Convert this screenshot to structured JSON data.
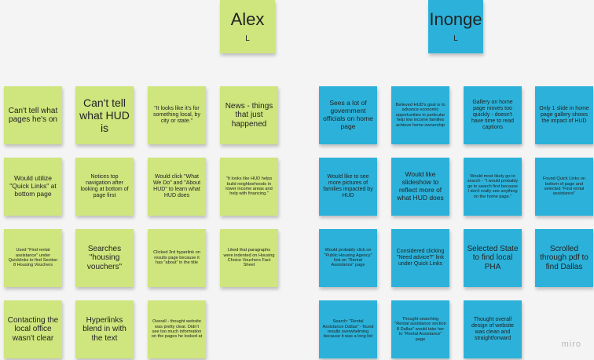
{
  "board": {
    "watermark": "miro",
    "colors": {
      "green": "#cfe57d",
      "blue": "#2cb2da",
      "background": "#f4f4f4"
    }
  },
  "headers": [
    {
      "name": "Alex",
      "sub": "L",
      "color": "green"
    },
    {
      "name": "Inonge",
      "sub": "L",
      "color": "blue"
    }
  ],
  "alex_notes": [
    "Can't tell what pages he's on",
    "Can't tell what HUD is",
    "\"It looks like it's for something local, by city or state.\"",
    "News - things that just happened",
    "Would utilize \"Quick Links\" at bottom page",
    "Notices top navigation after looking at bottom of page first",
    "Would click \"What We Do\" and \"About HUD\" to learn what HUD does",
    "\"It looks like HUD helps build neighborhoods in lower income areas and help with financing.\"",
    "Used \"Find rental assistance\" under Quicklinks to find Section 8 Housing Vouchers",
    "Searches \"housing vouchers\"",
    "Clicked 3rd hyperlink on results page because it has \"about\" in the title",
    "Liked that paragraphs were indented on Housing Choice Vouchers Fact Sheet",
    "Contacting the local office wasn't clear",
    "Hyperlinks blend in with the text",
    "Overall - thought website was pretty clear. Didn't see too much information on the pages he looked at"
  ],
  "inonge_notes": [
    "Sees a lot of government officials on home page",
    "Believed HUD's goal is to advance economic opportunities in particular help low income families achieve home ownership",
    "Gallery on home page moves too quickly - doesn't have time to read captions",
    "Only 1 slide in home page gallery shows the impact of HUD",
    "Would like to see more pictures of families impacted by HUD",
    "Would like slideshow to reflect more of what HUD does",
    "Would most likely go to search - \"I would probably go to search first because I don't really see anything on the home page.\"",
    "Found Quick Links on bottom of page and selected \"Find rental assistance\"",
    "Would probably click on \"Public Housing Agency\" link on \"Rental Assistance\" page",
    "Considered clicking \"Need advice?\" link under Quick Links",
    "Selected State to find local PHA",
    "Scrolled through pdf to find Dallas",
    "Search: \"Rental Assistance Dallas\" - found results overwhelming because it was a long list",
    "Thought searching \"Rental assistance section 8 Dallas\" would take her to \"Rental Assistance\" page",
    "Thought overall design of website was clean and straightforward"
  ]
}
